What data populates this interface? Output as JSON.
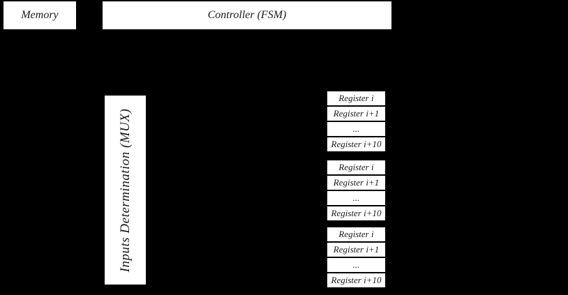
{
  "diagram": {
    "memory": {
      "label": "Memory"
    },
    "controller": {
      "label": "Controller (FSM)"
    },
    "mux": {
      "label": "Inputs Determination (MUX)"
    },
    "register_groups": [
      {
        "rows": [
          "Register i",
          "Register i+1",
          "...",
          "Register i+10"
        ]
      },
      {
        "rows": [
          "Register i",
          "Register i+1",
          "...",
          "Register i+10"
        ]
      },
      {
        "rows": [
          "Register i",
          "Register i+1",
          "...",
          "Register i+10"
        ]
      }
    ],
    "colors": {
      "background": "#000000",
      "box_fill": "#ffffff",
      "box_border": "#000000",
      "text": "#1b1b1b"
    }
  }
}
